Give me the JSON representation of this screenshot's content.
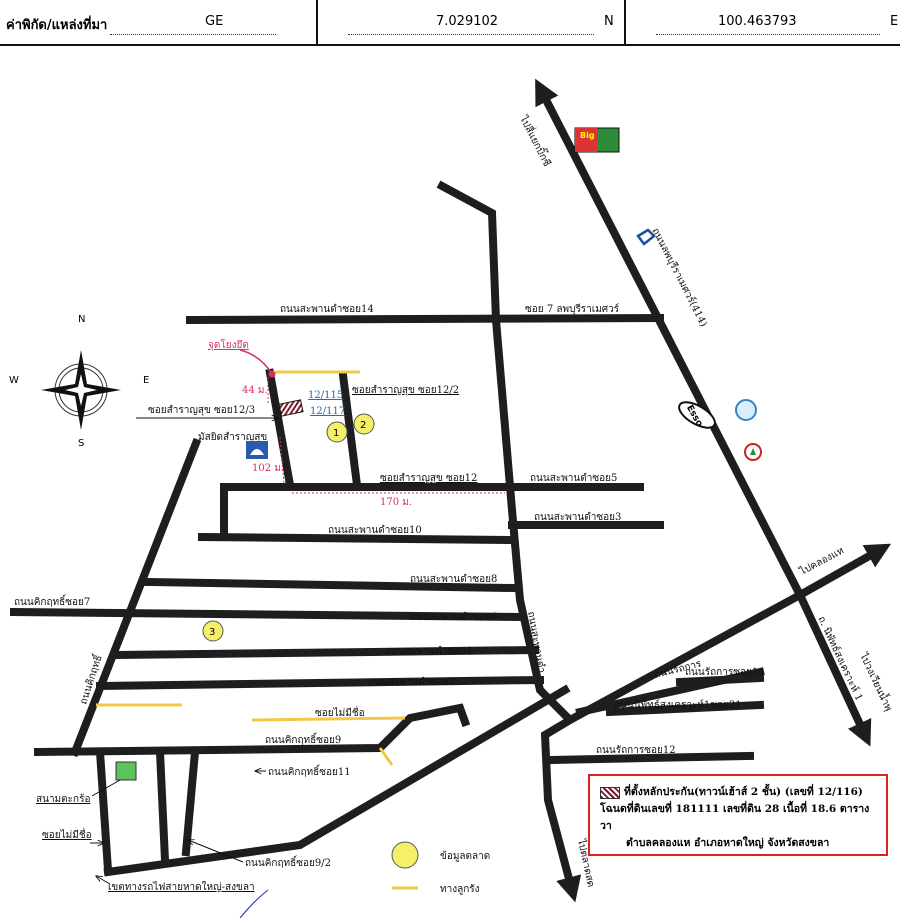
{
  "header": {
    "coord_label": "ค่าพิกัด/แหล่งที่มา",
    "source": "GE",
    "lat": "7.029102",
    "lat_dir": "N",
    "lon": "100.463793",
    "lon_dir": "E"
  },
  "compass": {
    "n": "N",
    "s": "S",
    "e": "E",
    "w": "W"
  },
  "map": {
    "roads": {
      "soi14": "ถนนสะพานดำซอย14",
      "soi7_lop": "ซอย 7 ลพบุรีราเมศวร์",
      "lopburi": "ถนนลพบุรีราเมศวร์(414)",
      "to_big": "ไปสี่แยกบิ๊กซี",
      "soi12_2": "ซอยสำราญสุข ซอย12/2",
      "soi12_3": "ซอยสำราญสุข ซอย12/3",
      "soi12": "ซอยสำราญสุข ซอย12",
      "spd5": "ถนนสะพานดำซอย5",
      "spd3": "ถนนสะพานดำซอย3",
      "spd10": "ถนนสะพานดำซอย10",
      "spd8": "ถนนสะพานดำซอย8",
      "kitti7": "ถนนคิกฤทธิ์ซอย7",
      "spd6": "ถนนสะพานดำซอย6",
      "spd_main": "ถนนสะพานดำ",
      "spd4": "ถนนสะพานดำซอย4",
      "kitti": "ถนนคิกฤทธิ์",
      "spd2": "ถนนสะพานดำซอย2",
      "no_name_soi": "ซอยไม่มีชื่อ",
      "kitti9": "ถนนคิกฤทธิ์ซอย9",
      "kitti11": "ถนนคิกฤทธิ์ซอย11",
      "kitti9_2": "ถนนคิกฤทธิ์ซอย9/2",
      "railway": "เขตทางรถไฟสายหาดใหญ่-สงขลา",
      "to_khlonghae": "ไปคลองแห",
      "niphat": "ถ. นิพัทธ์สงเคราะห์ 1",
      "to_circle": "ไปวงเวียนน้ำพุ",
      "ratthakan": "ถนนรัถการ",
      "ratthakan14": "ถนนรัถการซอย14",
      "niphat_soi21": "ถนนนิพัทธ์สงเคราะห์1ซอย21",
      "ratthakan12": "ถนนรัถการซอย12",
      "to_market": "ไปตลาดสด",
      "no_name_soi2": "ซอยไม่มีชื่อ"
    },
    "places": {
      "start_point": "จุดโยงยึด",
      "dist_44": "44 ม.",
      "dist_102": "102 ม.",
      "dist_170": "170 ม.",
      "house_12_115": "12/115",
      "house_12_117": "12/117",
      "mosque": "มัสยิดสำราญสุข",
      "field": "สนามตะกร้อ",
      "esso": "Esso",
      "big": "Big"
    },
    "markers": [
      "1",
      "2",
      "3"
    ]
  },
  "legend": {
    "title": "ที่ตั้งหลักประกัน(ทาวน์เฮ้าส์ 2 ชั้น) (เลขที่ 12/116)",
    "deed": "โฉนดที่ดินเลขที่ 181111 เลขที่ดิน 28  เนื้อที่ 18.6 ตารางวา",
    "location": "ตำบลคลองแห อำเภอหาดใหญ่ จังหวัดสงขลา",
    "market_info": "ข้อมูลตลาด",
    "easement": "ทางลูกรัง"
  },
  "colors": {
    "road": "#1e1e1e",
    "dirt": "#f2c84b",
    "marker": "#f6ef6a",
    "accent": "#d7315a"
  }
}
